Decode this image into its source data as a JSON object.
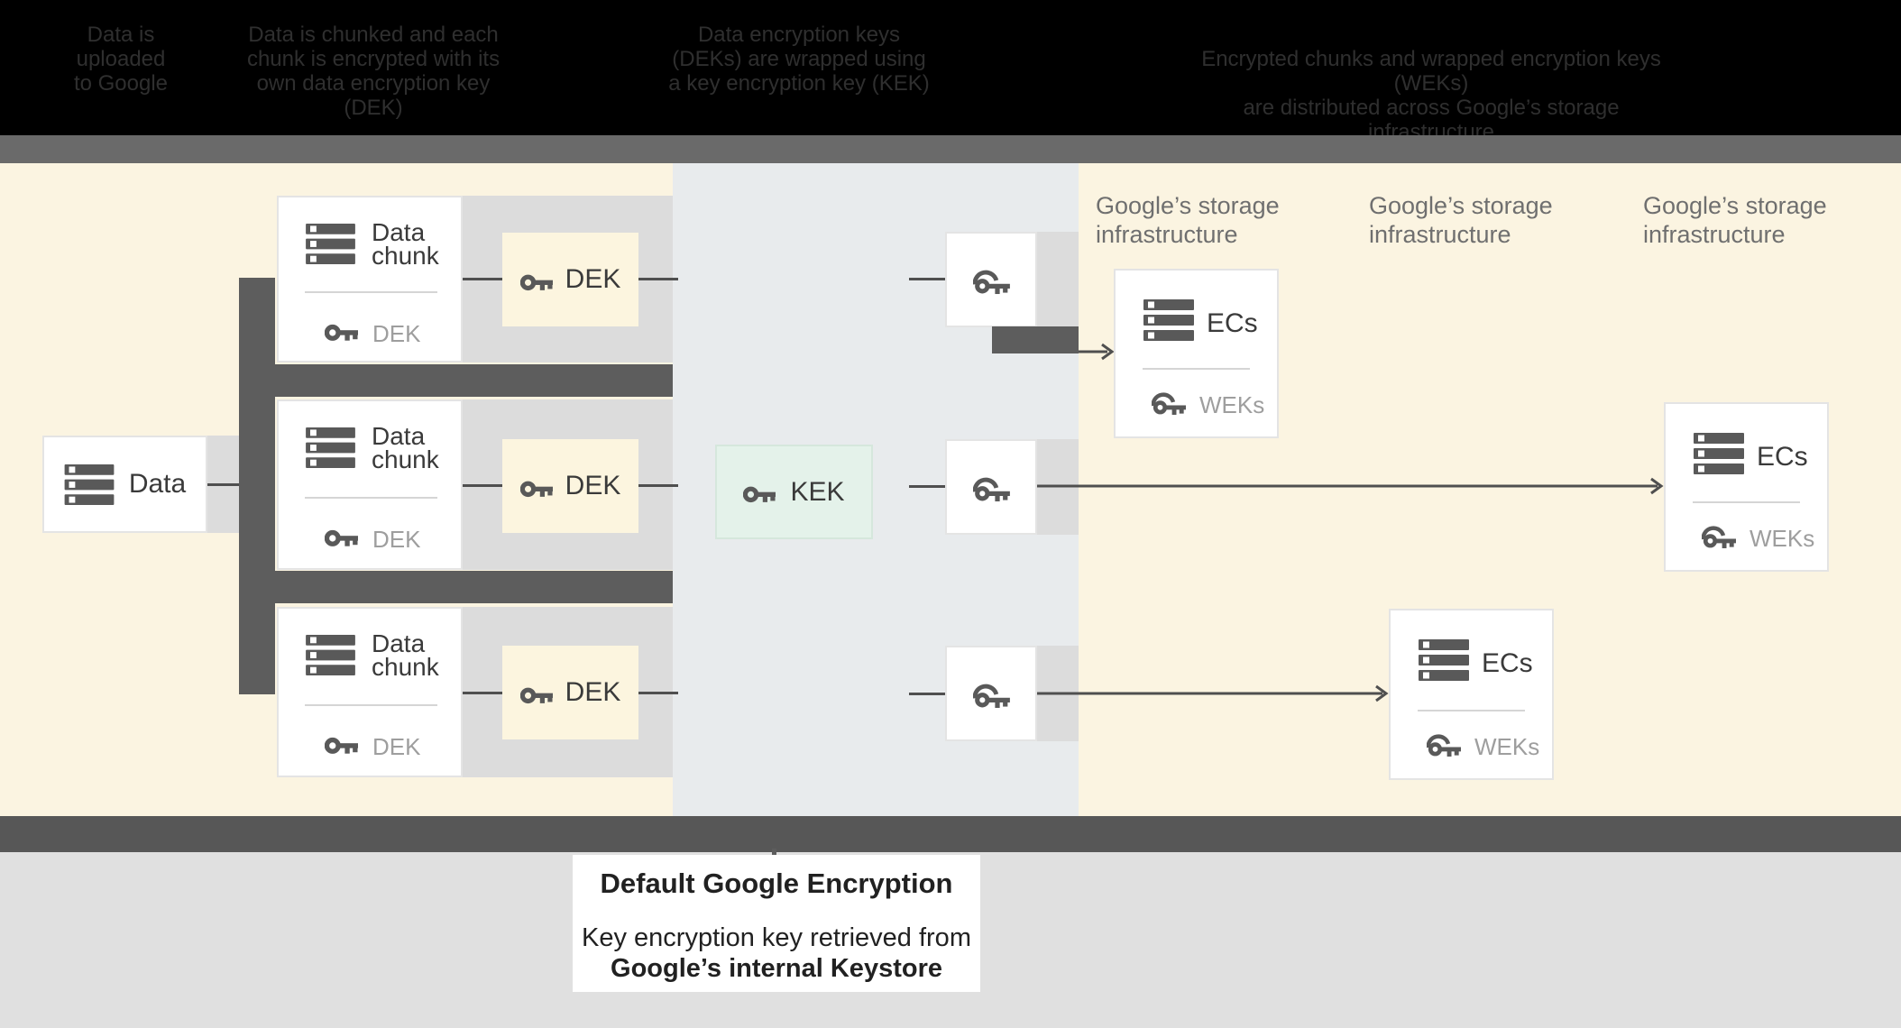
{
  "header": {
    "columns": [
      {
        "lines": [
          "Data is",
          "uploaded",
          "to Google"
        ]
      },
      {
        "lines": [
          "Data is chunked and each",
          "chunk is encrypted with its",
          "own data encryption key (DEK)"
        ]
      },
      {
        "lines": [
          "Data encryption keys",
          "(DEKs) are wrapped using",
          "a key encryption key (KEK)"
        ]
      },
      {
        "lines": [
          "Encrypted chunks and wrapped encryption keys (WEKs)",
          "are distributed across Google’s storage infrastructure"
        ]
      }
    ]
  },
  "diagram": {
    "data_box": {
      "label": "Data"
    },
    "chunks": [
      {
        "title_line1": "Data",
        "title_line2": "chunk",
        "key_label": "DEK"
      },
      {
        "title_line1": "Data",
        "title_line2": "chunk",
        "key_label": "DEK"
      },
      {
        "title_line1": "Data",
        "title_line2": "chunk",
        "key_label": "DEK"
      }
    ],
    "dek_boxes": [
      {
        "label": "DEK"
      },
      {
        "label": "DEK"
      },
      {
        "label": "DEK"
      }
    ],
    "kek_box": {
      "label": "KEK"
    },
    "storage_labels": [
      {
        "line1": "Google’s storage",
        "line2": "infrastructure"
      },
      {
        "line1": "Google’s storage",
        "line2": "infrastructure"
      },
      {
        "line1": "Google’s storage",
        "line2": "infrastructure"
      }
    ],
    "ecs_boxes": [
      {
        "title": "ECs",
        "key_label": "WEKs"
      },
      {
        "title": "ECs",
        "key_label": "WEKs"
      },
      {
        "title": "ECs",
        "key_label": "WEKs"
      }
    ]
  },
  "caption": {
    "title": "Default Google Encryption",
    "line1": "Key encryption key retrieved from",
    "line2": "Google’s internal Keystore"
  },
  "colors": {
    "cream": "#fbf4e1",
    "middle_panel": "#e8ebed",
    "kek_fill": "#e4f2ea",
    "structure_dark": "#5d5d5d",
    "row_gray": "#dcdcdc",
    "icon_gray": "#595959"
  }
}
